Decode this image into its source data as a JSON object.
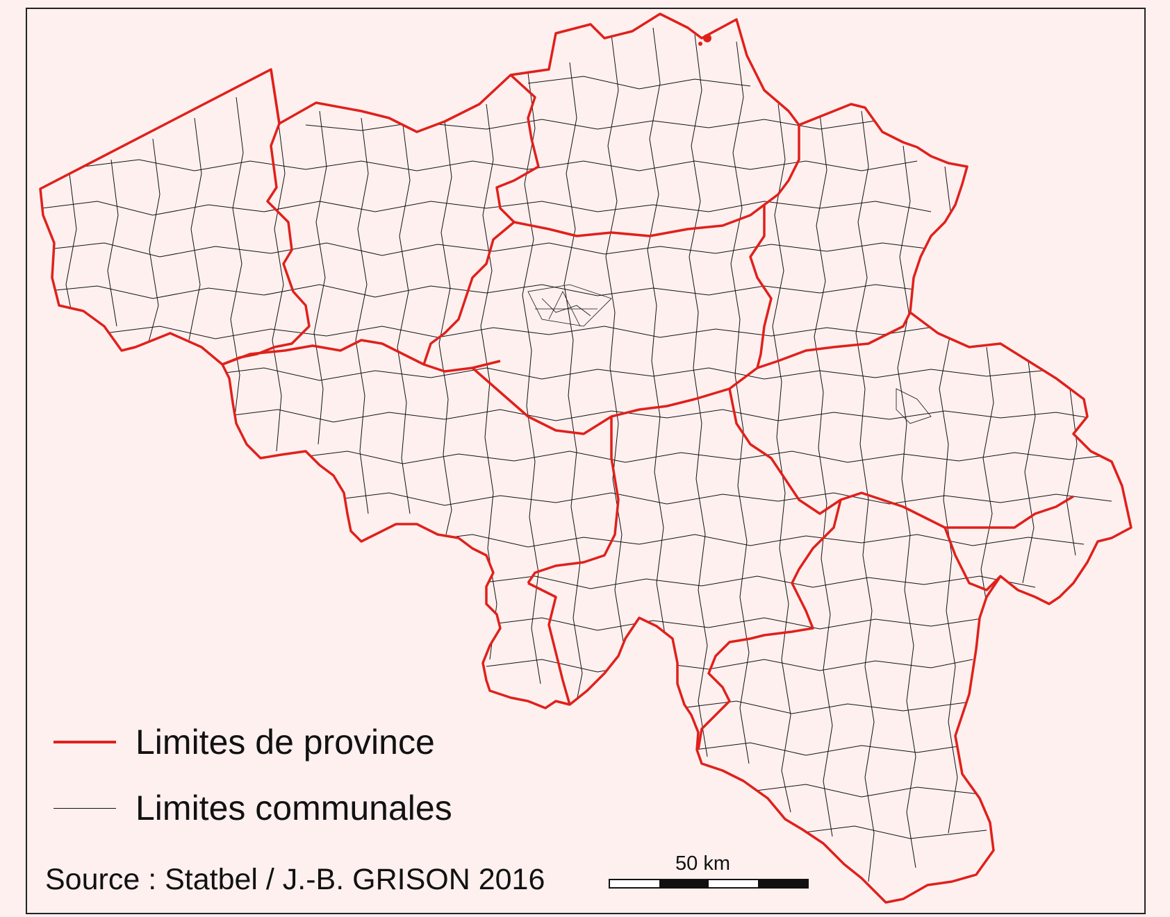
{
  "map": {
    "type": "choropleth-outline",
    "region": "Belgique",
    "colors": {
      "background": "#fdf0ef",
      "province_border": "#e0201b",
      "commune_border": "#111111"
    }
  },
  "legend": {
    "items": [
      {
        "label": "Limites de province",
        "color": "#e0201b",
        "style": "thick-line"
      },
      {
        "label": "Limites communales",
        "color": "#111111",
        "style": "thin-line"
      }
    ]
  },
  "source": "Source : Statbel / J.-B. GRISON 2016",
  "scale": {
    "label": "50 km",
    "segments": [
      "white",
      "black",
      "white",
      "black"
    ]
  }
}
